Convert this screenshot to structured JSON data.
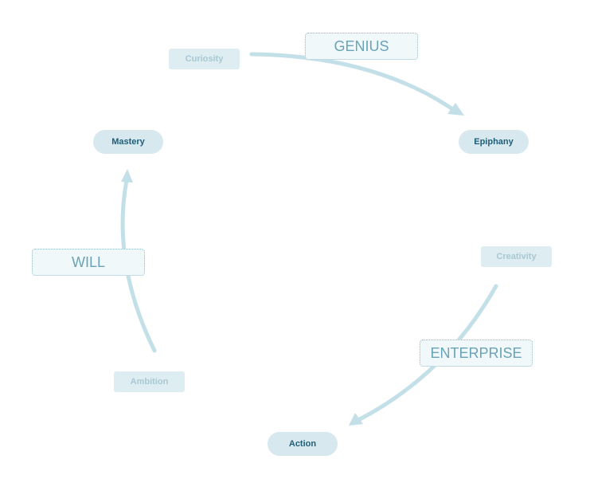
{
  "diagram": {
    "stages": {
      "mastery": "Mastery",
      "epiphany": "Epiphany",
      "action": "Action"
    },
    "triggers": {
      "curiosity": "Curiosity",
      "creativity": "Creativity",
      "ambition": "Ambition"
    },
    "forces": {
      "genius": "GENIUS",
      "enterprise": "ENTERPRISE",
      "will": "WILL"
    },
    "colors": {
      "arrow": "#c3dfe8",
      "stage_fill": "#d7e8ee",
      "stage_text": "#1f5e78",
      "trigger_fill": "#deedf2",
      "trigger_text": "#a9c8d3",
      "force_fill": "#f1f8fa",
      "force_border": "#8fbccb",
      "force_text": "#69a3b8"
    }
  }
}
